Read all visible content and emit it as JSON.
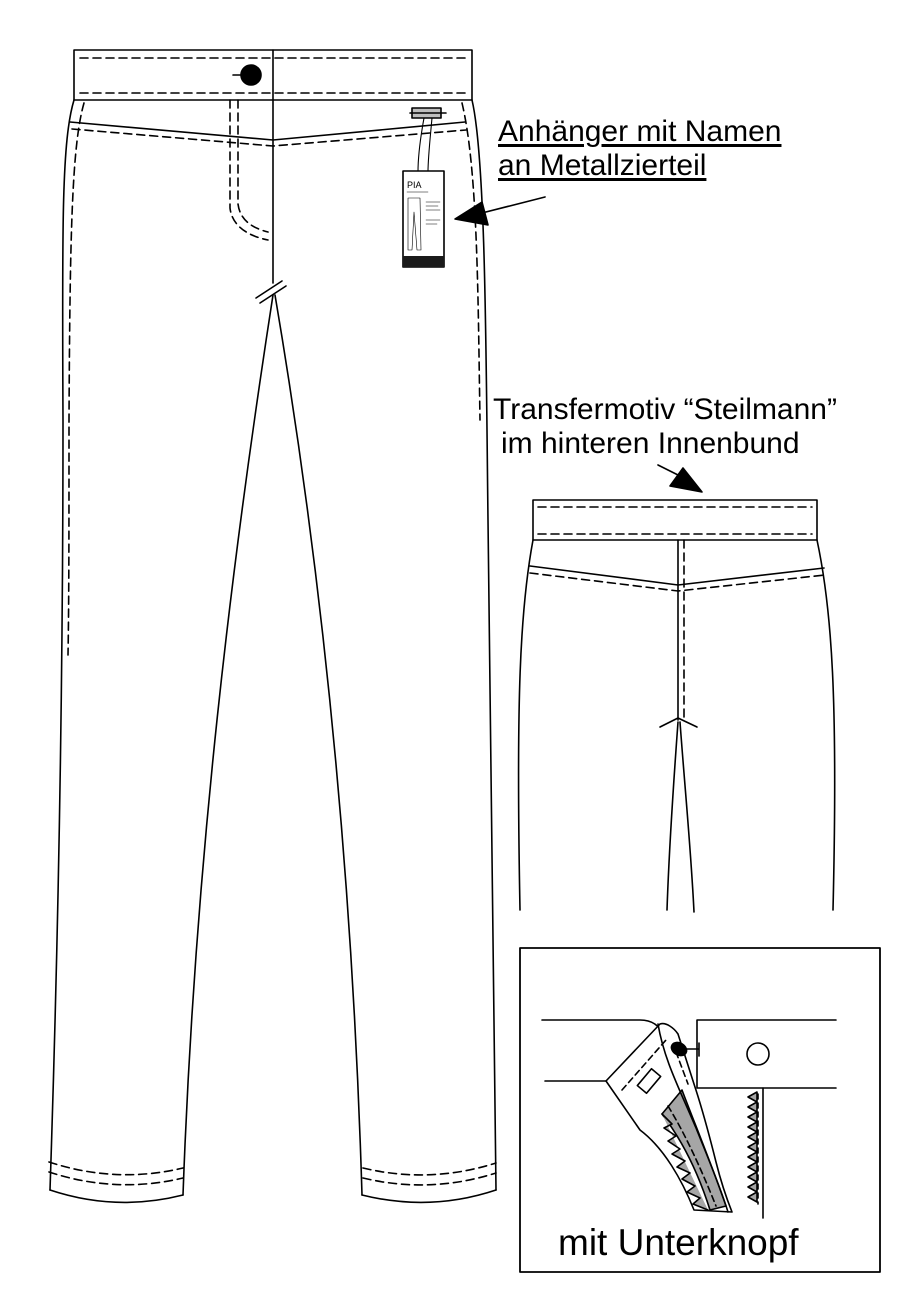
{
  "annotations": {
    "hang_tag": {
      "line1": "Anhänger mit Namen",
      "line2": "an Metallzierteil"
    },
    "transfer_motif": {
      "line1": "Transfermotiv “Steilmann”",
      "line2": "im hinteren Innenbund"
    },
    "detail_caption": "mit Unterknopf"
  },
  "hang_tag_card": {
    "brand": "PIA"
  },
  "colors": {
    "line": "#000000",
    "zipper_tape": "#a6a6a6",
    "background": "#ffffff"
  }
}
